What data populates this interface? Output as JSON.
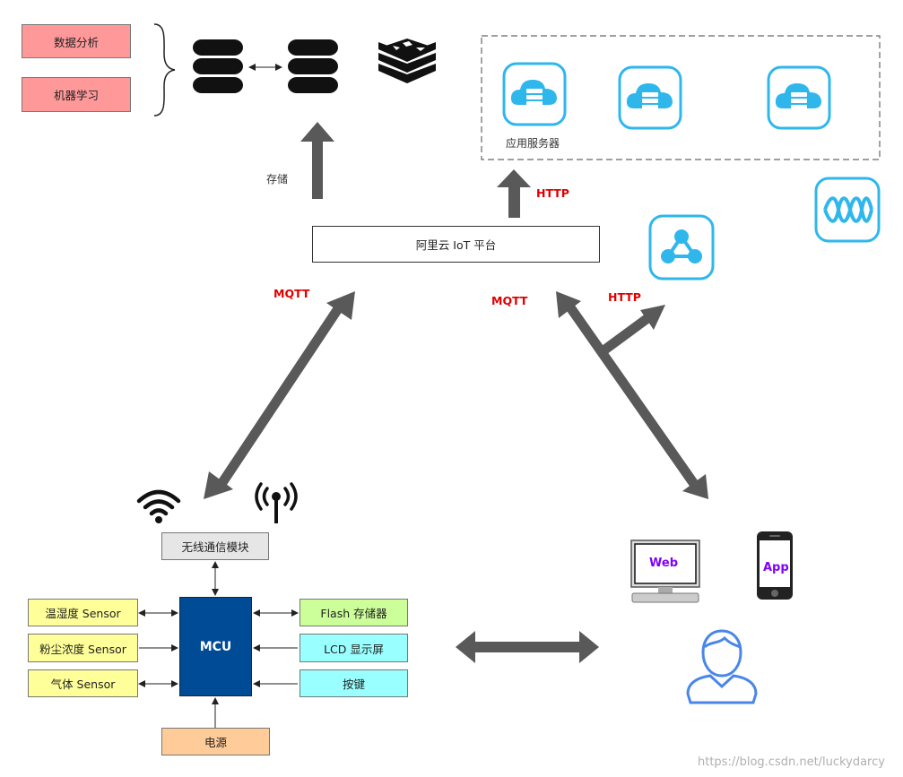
{
  "analytics": {
    "items": [
      "数据分析",
      "机器学习"
    ],
    "fill": "#ff9999"
  },
  "storage": {
    "label": "存储",
    "icons": [
      "database-icon",
      "database-icon",
      "redis-icon"
    ]
  },
  "app_servers": {
    "label": "应用服务器",
    "icon": "cloud-server-icon",
    "accent": "#2fb7ec"
  },
  "platform": {
    "label": "阿里云 IoT 平台"
  },
  "protocols": {
    "http_top": "HTTP",
    "mqtt_left": "MQTT",
    "mqtt_right": "MQTT",
    "http_right": "HTTP",
    "color": "#e00000"
  },
  "side_icons": [
    "share-node-icon",
    "wave-icon"
  ],
  "device": {
    "wireless_module": "无线通信模块",
    "mcu": "MCU",
    "mcu_color": "#004b96",
    "sensors": [
      "温湿度 Sensor",
      "粉尘浓度 Sensor",
      "气体 Sensor"
    ],
    "sensor_fill": "#ffff99",
    "flash": "Flash 存储器",
    "flash_fill": "#ccff99",
    "lcd": "LCD 显示屏",
    "key": "按键",
    "cyan_fill": "#99ffff",
    "power": "电源",
    "power_fill": "#ffcc99"
  },
  "clients": {
    "web": "Web",
    "app": "App",
    "label_color": "#7f00ff"
  },
  "watermark": "https://blog.csdn.net/luckydarcy"
}
